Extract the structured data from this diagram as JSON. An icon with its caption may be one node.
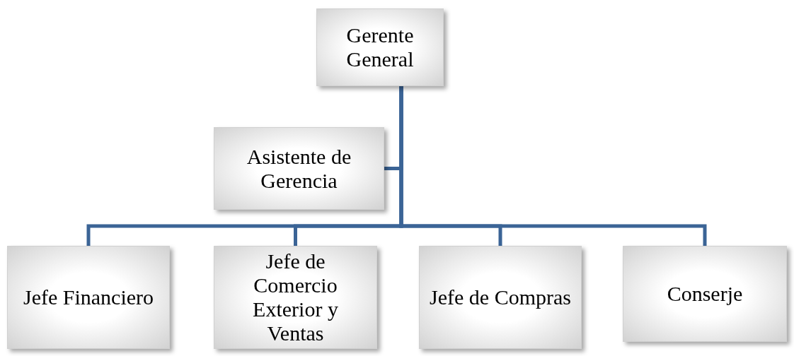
{
  "diagram": {
    "nodes": [
      {
        "text": [
          "Gerente General"
        ]
      },
      {
        "text": [
          "Asistente de Gerencia"
        ]
      },
      {
        "text": [
          "Jefe Financiero"
        ]
      },
      {
        "text": [
          "Jefe de Comercio Exterior y Ventas"
        ]
      },
      {
        "text": [
          "Jefe de Compras"
        ]
      },
      {
        "text": [
          "Conserje"
        ]
      }
    ],
    "edges": [
      {
        "from": 0,
        "to": 1,
        "arrow": "none"
      },
      {
        "from": 0,
        "to": 2,
        "arrow": "none"
      },
      {
        "from": 0,
        "to": 3,
        "arrow": "none"
      },
      {
        "from": 0,
        "to": 4,
        "arrow": "none"
      },
      {
        "from": 0,
        "to": 5,
        "arrow": "none"
      }
    ]
  }
}
